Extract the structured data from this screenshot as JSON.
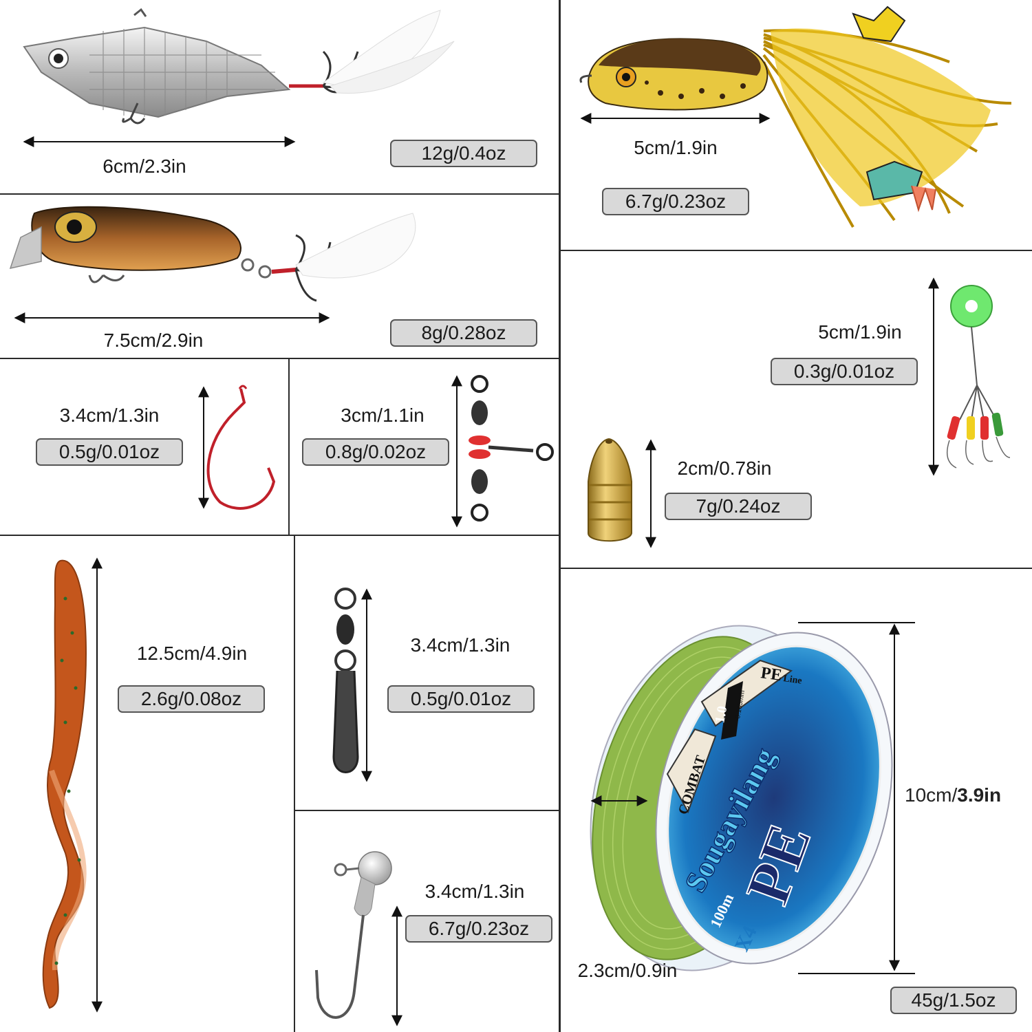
{
  "items": [
    {
      "id": "vib-blade",
      "length": "6cm/2.3in",
      "weight": "12g/0.4oz"
    },
    {
      "id": "frog-lure",
      "length": "5cm/1.9in",
      "weight": "6.7g/0.23oz"
    },
    {
      "id": "popper-lure",
      "length": "7.5cm/2.9in",
      "weight": "8g/0.28oz"
    },
    {
      "id": "float-stopper",
      "length": "5cm/1.9in",
      "weight": "0.3g/0.01oz"
    },
    {
      "id": "offset-hook",
      "length": "3.4cm/1.3in",
      "weight": "0.5g/0.01oz"
    },
    {
      "id": "three-way-swivel",
      "length": "3cm/1.1in",
      "weight": "0.8g/0.02oz"
    },
    {
      "id": "bullet-sinker",
      "length": "2cm/0.78in",
      "weight": "7g/0.24oz"
    },
    {
      "id": "soft-worm",
      "length": "12.5cm/4.9in",
      "weight": "2.6g/0.08oz"
    },
    {
      "id": "snap-swivel",
      "length": "3.4cm/1.3in",
      "weight": "0.5g/0.01oz"
    },
    {
      "id": "jig-head",
      "length": "3.4cm/1.3in",
      "weight": "6.7g/0.23oz"
    },
    {
      "id": "fishing-line-spool",
      "length_main": "10cm/",
      "length_bold": "3.9in",
      "width": "2.3cm/0.9in",
      "weight": "45g/1.5oz"
    }
  ],
  "spool_label": {
    "brand": "Sougayilang",
    "pe_line": "PE",
    "pe_line_small": "Line",
    "combat": "COMBAT",
    "length": "100m",
    "strand": "X4",
    "pe_big": "PE",
    "size": "1.0",
    "spec": "0.165mm"
  },
  "colors": {
    "divider": "#2a2a2a",
    "weight_box_bg": "#d9d9d9",
    "weight_box_border": "#555555",
    "line_green": "#8fb84a",
    "label_blue": "#1a6fb0",
    "hook_red": "#c0202a",
    "brass": "#c9a23a",
    "frog_yellow": "#e8c020",
    "worm_orange": "#c4561c"
  }
}
